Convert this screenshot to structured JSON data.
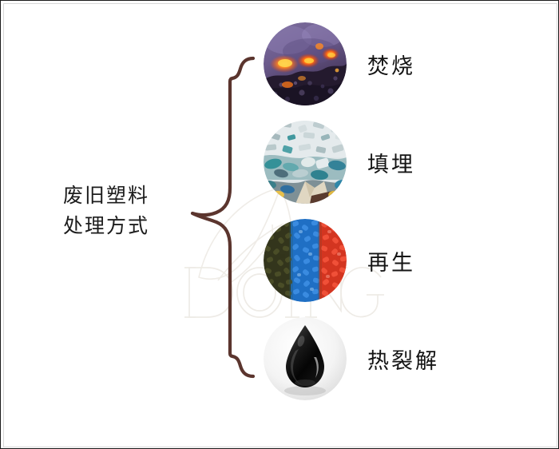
{
  "diagram": {
    "root": {
      "line1": "废旧塑料",
      "line2": "处理方式"
    },
    "brace_color": "#5b352e",
    "text_color": "#141414",
    "branches": [
      {
        "label": "焚烧",
        "icon": "incineration-fire-photo",
        "colors": [
          "#6b5a8c",
          "#8a7aa8",
          "#ff6a1e",
          "#ffd24a",
          "#241a2e"
        ]
      },
      {
        "label": "填埋",
        "icon": "landfill-plastic-waste-photo",
        "colors": [
          "#dfe6e8",
          "#8fb9bd",
          "#2f8f96",
          "#c8b48a",
          "#5a6a78"
        ]
      },
      {
        "label": "再生",
        "icon": "recycled-plastic-pellets-photo",
        "colors": [
          "#3b3c21",
          "#2f7fd0",
          "#1f6fc4",
          "#e8402a",
          "#d33520"
        ]
      },
      {
        "label": "热裂解",
        "icon": "pyrolysis-oil-droplet-icon",
        "colors": [
          "#f2f2f2",
          "#0a0a0a",
          "#3a3a3a",
          "#ffffff"
        ]
      }
    ]
  },
  "watermark": {
    "text": "DOING",
    "color": "#f0eeea"
  }
}
